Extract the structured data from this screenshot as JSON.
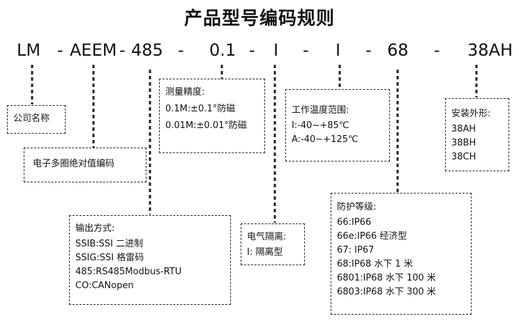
{
  "title": "产品型号编码规则",
  "code_segments": [
    "LM",
    "-",
    "AEEM",
    "-",
    "485",
    "-",
    "0.1",
    "-",
    "I",
    "-",
    "I",
    "-",
    "68",
    "-",
    "38AH"
  ],
  "boxes": {
    "company": {
      "text": "公司名称"
    },
    "product": {
      "text": "电子多圈绝对值编码"
    },
    "output": {
      "title": "输出方式:",
      "lines": [
        "SSIB:SSI 二进制",
        "SSIG:SSI 格雷码",
        "485:RS485Modbus-RTU",
        "CO:CANopen"
      ]
    },
    "precision": {
      "title": "测量精度:",
      "lines": [
        "0.1M:±0.1°防磁",
        "0.01M:±0.01°防磁"
      ]
    },
    "isolation": {
      "title": "电气隔离:",
      "lines": [
        "I:  隔离型"
      ]
    },
    "temperature": {
      "title": "工作温度范围:",
      "lines": [
        "I:-40~+85℃",
        "A:-40~+125℃"
      ]
    },
    "protection": {
      "title": "防护等级:",
      "lines": [
        "66:IP66",
        "66e:IP66 经济型",
        "67:  IP67",
        "68:IP68 水下 1 米",
        "6801:IP68 水下 100 米",
        "6803:IP68 水下 300 米"
      ]
    },
    "mounting": {
      "title": "安装外形:",
      "lines": [
        "38AH",
        "38BH",
        "38CH"
      ]
    }
  }
}
